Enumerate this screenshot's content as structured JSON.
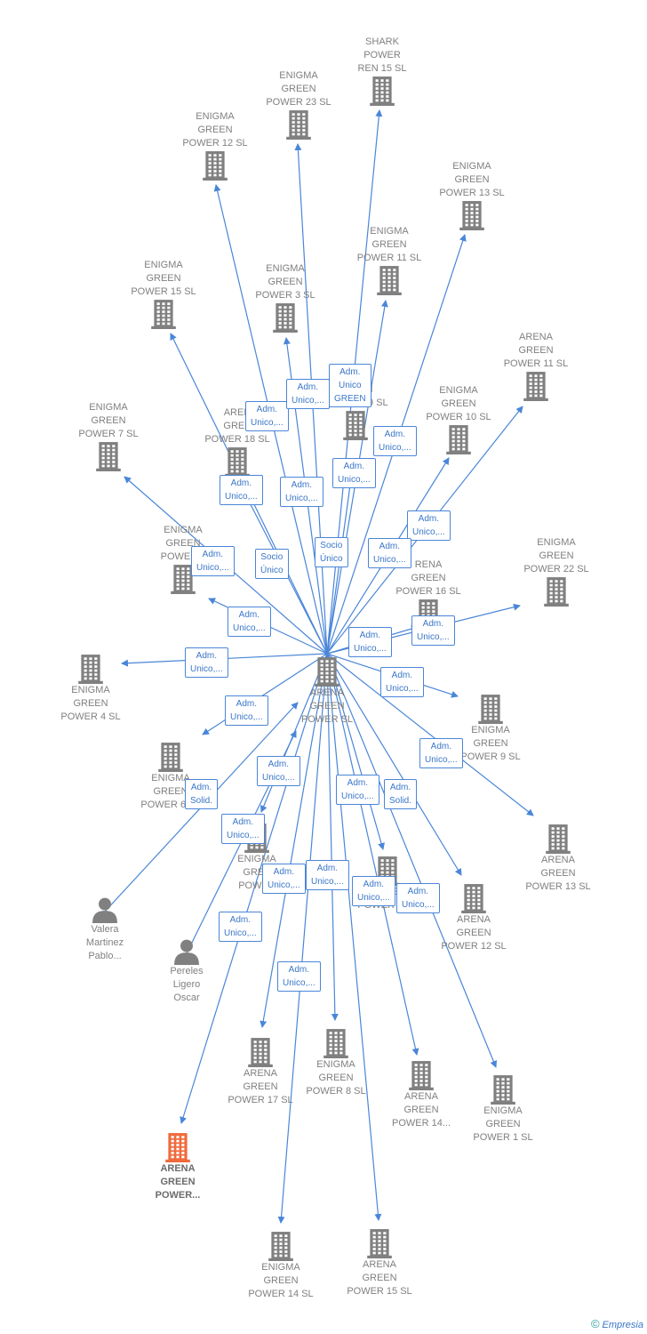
{
  "colors": {
    "edge": "#4a86d8",
    "company": "#808080",
    "highlight": "#f06a3c",
    "person": "#808080",
    "badge_border": "#4a86d8"
  },
  "center": {
    "id": "center",
    "label": "ARENA\nGREEN\nPOWER  SL"
  },
  "nodes": [
    {
      "id": "shark15",
      "type": "company",
      "label": "SHARK\nPOWER\nREN 15  SL"
    },
    {
      "id": "eg23",
      "type": "company",
      "label": "ENIGMA\nGREEN\nPOWER 23  SL"
    },
    {
      "id": "eg12",
      "type": "company",
      "label": "ENIGMA\nGREEN\nPOWER 12  SL"
    },
    {
      "id": "eg13",
      "type": "company",
      "label": "ENIGMA\nGREEN\nPOWER 13  SL"
    },
    {
      "id": "eg11",
      "type": "company",
      "label": "ENIGMA\nGREEN\nPOWER 11  SL"
    },
    {
      "id": "eg15",
      "type": "company",
      "label": "ENIGMA\nGREEN\nPOWER 15  SL"
    },
    {
      "id": "eg3",
      "type": "company",
      "label": "ENIGMA\nGREEN\nPOWER 3  SL"
    },
    {
      "id": "ag11",
      "type": "company",
      "label": "ARENA\nGREEN\nPOWER 11  SL"
    },
    {
      "id": "ag19",
      "type": "company",
      "label": "GREEN\nPOWER 19  SL"
    },
    {
      "id": "eg10",
      "type": "company",
      "label": "ENIGMA\nGREEN\nPOWER 10  SL"
    },
    {
      "id": "ag18",
      "type": "company",
      "label": "AREN\nGREE\nPOWER 18  SL"
    },
    {
      "id": "eg7",
      "type": "company",
      "label": "ENIGMA\nGREEN\nPOWER 7  SL"
    },
    {
      "id": "eg2",
      "type": "company",
      "label": "ENIGMA\nGREEN\nPOWER 2"
    },
    {
      "id": "eg22",
      "type": "company",
      "label": "ENIGMA\nGREEN\nPOWER 22  SL"
    },
    {
      "id": "ag16",
      "type": "company",
      "label": "RENA\nGREEN\nPOWER 16  SL"
    },
    {
      "id": "eg4",
      "type": "company",
      "label": "ENIGMA\nGREEN\nPOWER 4  SL"
    },
    {
      "id": "eg9",
      "type": "company",
      "label": "ENIGMA\nGREEN\nPOWER 9  SL"
    },
    {
      "id": "eg6",
      "type": "company",
      "label": "ENIGMA\nGREEN\nPOWER 6  SL"
    },
    {
      "id": "ag13",
      "type": "company",
      "label": "ARENA\nGREEN\nPOWER 13  SL"
    },
    {
      "id": "eg1x",
      "type": "company",
      "label": "ENIGMA\nGREE\nPOWER"
    },
    {
      "id": "eg5",
      "type": "company",
      "label": "GREEN\nPOWER 5  SL"
    },
    {
      "id": "ag12",
      "type": "company",
      "label": "ARENA\nGREEN\nPOWER 12  SL"
    },
    {
      "id": "valera",
      "type": "person",
      "label": "Valera\nMartinez\nPablo..."
    },
    {
      "id": "pereles",
      "type": "person",
      "label": "Pereles\nLigero\nOscar"
    },
    {
      "id": "ag17",
      "type": "company",
      "label": "ARENA\nGREEN\nPOWER 17  SL"
    },
    {
      "id": "eg8",
      "type": "company",
      "label": "ENIGMA\nGREEN\nPOWER 8  SL"
    },
    {
      "id": "ag14",
      "type": "company",
      "label": "ARENA\nGREEN\nPOWER 14..."
    },
    {
      "id": "eg1",
      "type": "company",
      "label": "ENIGMA\nGREEN\nPOWER 1  SL"
    },
    {
      "id": "agpower",
      "type": "company",
      "label": "ARENA\nGREEN\nPOWER...",
      "highlight": true
    },
    {
      "id": "eg14",
      "type": "company",
      "label": "ENIGMA\nGREEN\nPOWER 14  SL"
    },
    {
      "id": "ag15",
      "type": "company",
      "label": "ARENA\nGREEN\nPOWER 15  SL"
    }
  ],
  "edge_labels": [
    "Adm.\nUnico,...",
    "Adm.\nUnico\nGREEN",
    "Adm.\nUnico,...",
    "Adm.\nUnico,...",
    "Adm.\nUnico,...",
    "Adm.\nUnico,...",
    "Adm.\nUnico,...",
    "Adm.\nUnico,...",
    "Adm.\nUnico,...",
    "Socio\nÚnico",
    "Socio\nÚnico",
    "Adm.\nUnico,...",
    "Adm.\nUnico,...",
    "Adm.\nUnico,...",
    "Adm.\nUnico,...",
    "Adm.\nUnico,...",
    "Adm.\nUnico,...",
    "Adm.\nUnico,...",
    "Adm.\nUnico,...",
    "Adm.\nSolid.",
    "Adm.\nUnico,...",
    "Adm.\nUnico,...",
    "Adm.\nSolid.",
    "Adm.\nUnico,...",
    "Adm.\nUnico,...",
    "Adm.\nUnico,...",
    "Adm.\nUnico,...",
    "Adm.\nUnico,...",
    "Adm.\nUnico,...",
    "Adm.\nUnico,..."
  ],
  "footer": {
    "copyright": "©",
    "brand": "Empresia"
  }
}
